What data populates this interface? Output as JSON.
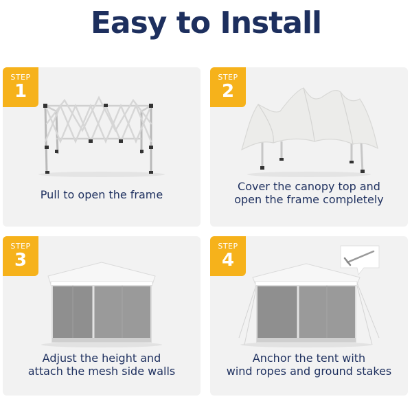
{
  "title": "Easy to Install",
  "steps": [
    {
      "step_word": "STEP",
      "number": "1",
      "caption_lines": [
        "Pull to open the frame"
      ],
      "illustration": "folding-frame-icon"
    },
    {
      "step_word": "STEP",
      "number": "2",
      "caption_lines": [
        "Cover the canopy top and",
        "open the frame completely"
      ],
      "illustration": "canopy-cover-icon"
    },
    {
      "step_word": "STEP",
      "number": "3",
      "caption_lines": [
        "Adjust the height and",
        "attach the mesh side walls"
      ],
      "illustration": "mesh-tent-icon"
    },
    {
      "step_word": "STEP",
      "number": "4",
      "caption_lines": [
        "Anchor the tent  with",
        "wind ropes and ground stakes"
      ],
      "illustration": "anchored-tent-icon"
    }
  ],
  "colors": {
    "title": "#1d2f5e",
    "badge": "#f6b21b",
    "card": "#f2f2f2"
  }
}
